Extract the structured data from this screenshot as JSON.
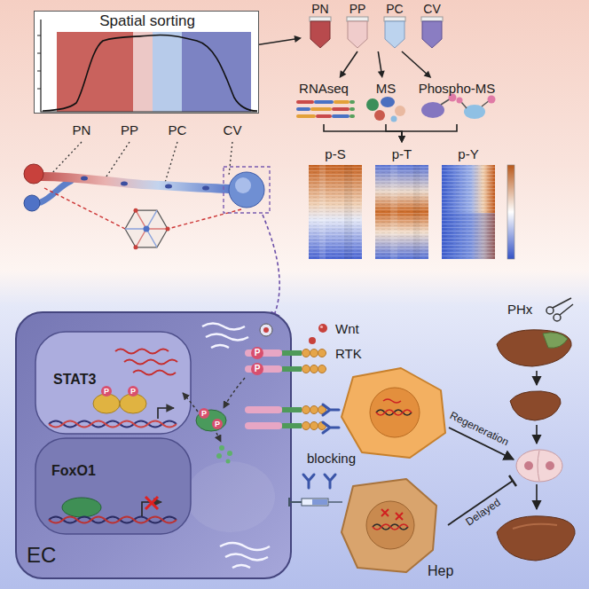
{
  "diagram": {
    "nodes": [
      {
        "text": [
          "Spatial sorting"
        ]
      },
      {
        "text": [
          "PN",
          "PP",
          "PC",
          "CV"
        ]
      },
      {
        "text": [
          "RNAseq"
        ]
      },
      {
        "text": [
          "MS"
        ]
      },
      {
        "text": [
          "Phospho-MS"
        ]
      },
      {
        "text": [
          "p-S",
          "p-T",
          "p-Y"
        ]
      },
      {
        "text": [
          "EC"
        ]
      },
      {
        "text": [
          "STAT3"
        ],
        "in": 6
      },
      {
        "text": [
          "FoxO1"
        ],
        "in": 6
      },
      {
        "text": [
          "Hep"
        ]
      }
    ],
    "edges": [
      {
        "from": 0,
        "to": 1,
        "arrow": "to"
      },
      {
        "from": 1,
        "to": 2,
        "arrow": "to"
      },
      {
        "from": 1,
        "to": 3,
        "arrow": "to"
      },
      {
        "from": 1,
        "to": 4,
        "arrow": "to"
      },
      {
        "from": 2,
        "to": 5,
        "arrow": "to"
      },
      {
        "from": 3,
        "to": 5,
        "arrow": "to"
      },
      {
        "from": 4,
        "to": 5,
        "arrow": "to"
      }
    ],
    "labels": [
      "PN",
      "PP",
      "PC",
      "CV",
      "P",
      "P",
      "P",
      "P",
      "P",
      "P",
      "Wnt",
      "RTK",
      "blocking",
      "PHx",
      "Regeneration",
      "Delayed"
    ]
  }
}
